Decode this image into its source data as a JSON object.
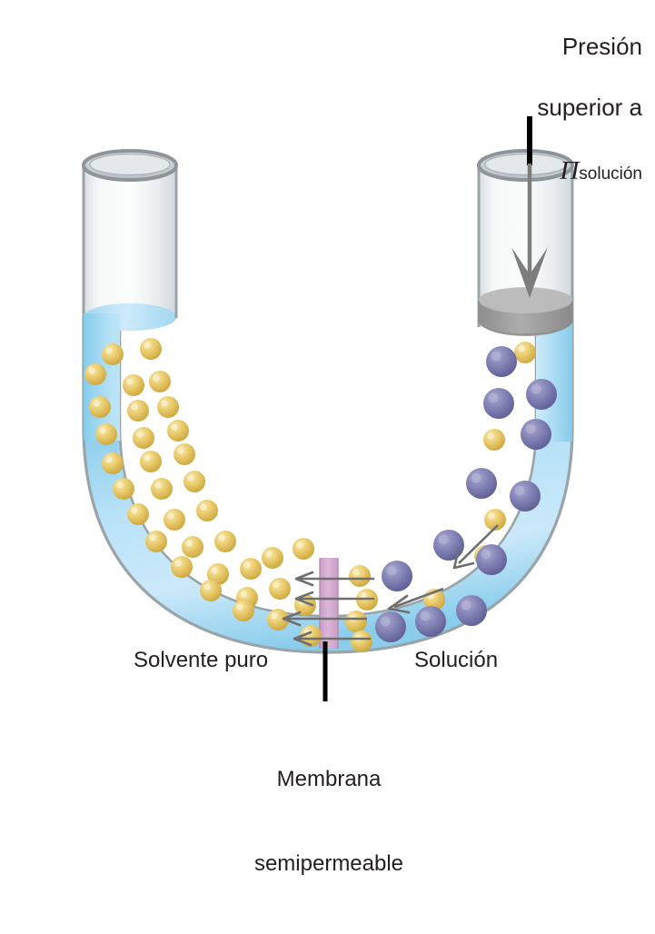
{
  "figure": {
    "title_concept": "osmosis-inversa-tubo-en-u",
    "labels": {
      "pressure_line1": "Presión",
      "pressure_line2": "superior a",
      "pi_symbol": "Π",
      "pi_subscript": "solución",
      "pure_solvent": "Solvente puro",
      "solution": "Solución",
      "membrane_line1": "Membrana",
      "membrane_line2": "semipermeable"
    },
    "colors": {
      "liquid_light": "#bfe4f6",
      "liquid_mid": "#9ad5ef",
      "liquid_edge": "#7ec4e6",
      "tube_outline": "#9aa3a8",
      "glass_light": "#f2f4f5",
      "glass_shade": "#dfe3e6",
      "rim_stroke": "#8d949a",
      "rim_fill": "#cdd4d8",
      "piston_top": "#b5b5b5",
      "piston_body": "#9d9d9d",
      "membrane": "#d2a6cd",
      "solvent_sphere": "#e2c158",
      "solute_sphere": "#7a7ab0",
      "arrow_gray": "#6e6e6e",
      "leader_black": "#000000",
      "text": "#231f20"
    },
    "elements": {
      "left_tube_name": "pure-solvent-tube",
      "right_tube_name": "solution-tube",
      "piston_name": "pressure-piston",
      "membrane_name": "semipermeable-membrane",
      "flow_arrow_count": 4,
      "flow_direction": "right-to-left",
      "pressure_arrow_direction": "down"
    }
  }
}
